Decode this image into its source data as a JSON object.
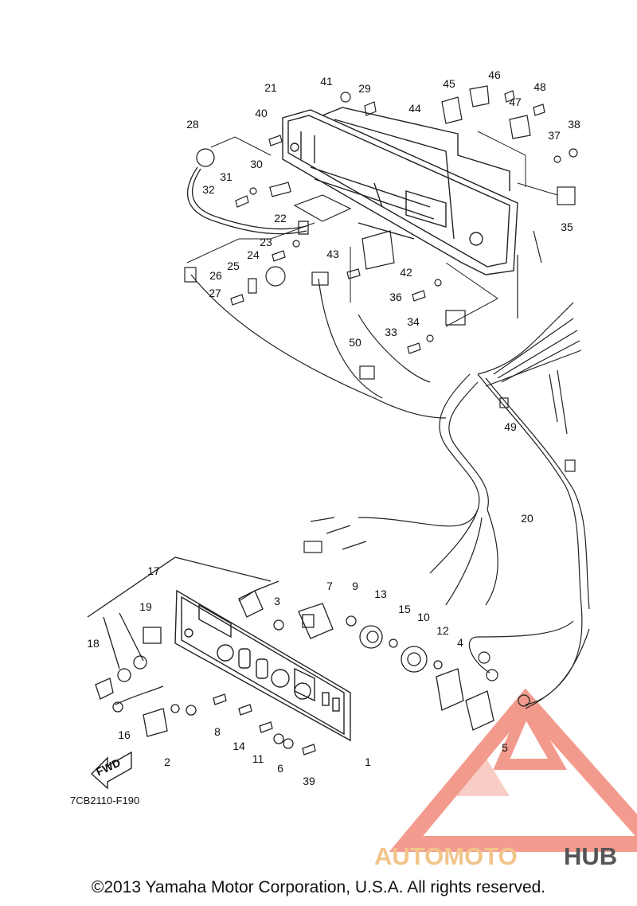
{
  "diagram": {
    "drawing_code": "7CB2110-F190",
    "fwd_label": "FWD",
    "callouts": [
      "1",
      "2",
      "3",
      "4",
      "5",
      "6",
      "7",
      "8",
      "9",
      "10",
      "11",
      "12",
      "13",
      "14",
      "15",
      "16",
      "17",
      "18",
      "19",
      "20",
      "21",
      "22",
      "23",
      "24",
      "25",
      "26",
      "27",
      "28",
      "29",
      "30",
      "31",
      "32",
      "33",
      "34",
      "35",
      "36",
      "37",
      "38",
      "39",
      "40",
      "41",
      "42",
      "43",
      "44",
      "45",
      "46",
      "47",
      "48",
      "49",
      "50"
    ]
  },
  "watermark": {
    "part1": "AUTOMOTO",
    "part2": "HUB",
    "color_primary": "#f08a7a",
    "color_secondary": "#f2c48a",
    "color_dark": "#555555"
  },
  "footer": {
    "copyright": "©2013 Yamaha Motor Corporation, U.S.A. All rights reserved."
  }
}
